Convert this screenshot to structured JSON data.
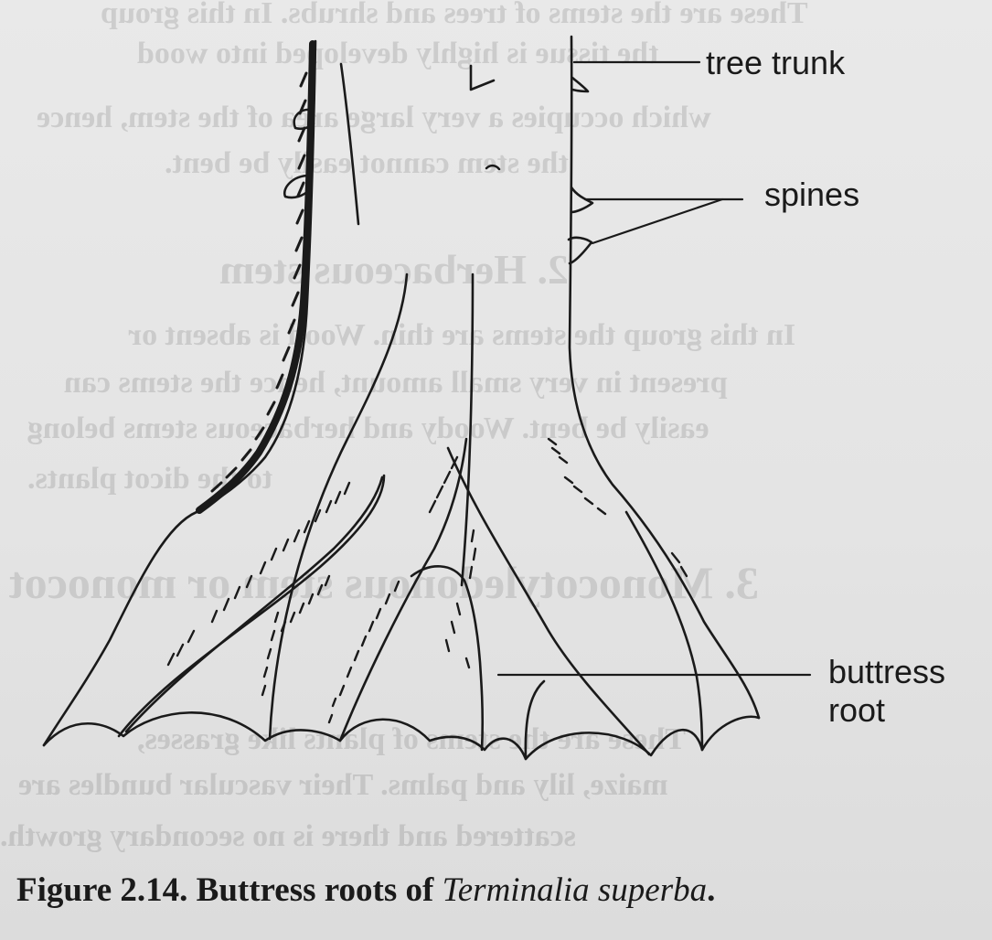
{
  "labels": {
    "tree_trunk": "tree trunk",
    "spines": "spines",
    "buttress": "buttress",
    "root": "root"
  },
  "caption": {
    "prefix": "Figure 2.14. Buttress roots of ",
    "species": "Terminalia superba",
    "suffix": "."
  },
  "colors": {
    "ink": "#1a1a1a",
    "paper": "#e6e6e6"
  }
}
